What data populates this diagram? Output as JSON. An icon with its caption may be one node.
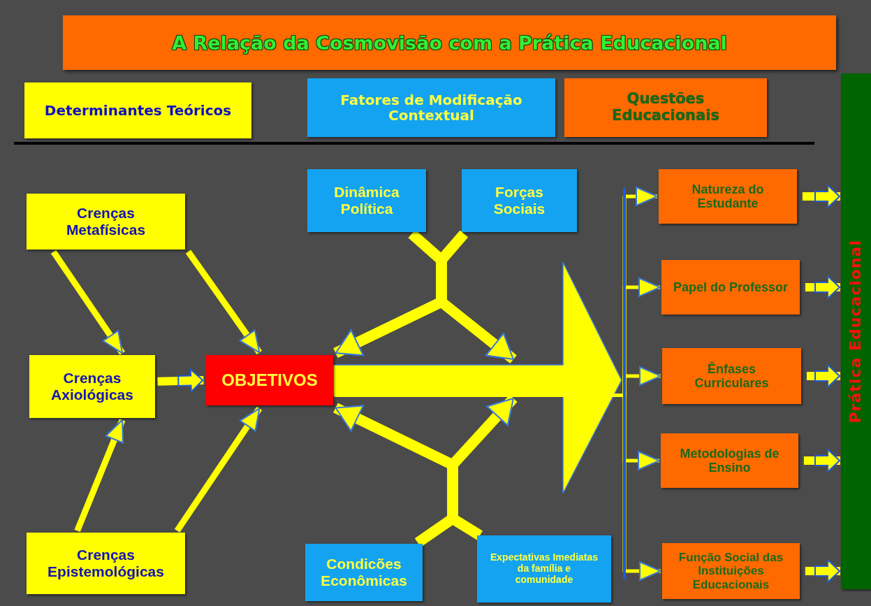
{
  "diagram": {
    "title": "A Relação da Cosmovisão com a Prática Educacional",
    "nodes": [
      {
        "text": [
          "Determinantes Teóricos"
        ]
      },
      {
        "text": [
          "Fatores de Modificação Contextual"
        ]
      },
      {
        "text": [
          "Questões Educacionais"
        ]
      },
      {
        "text": [
          "Prática Educacional"
        ]
      },
      {
        "text": [
          "Crenças Metafísicas"
        ]
      },
      {
        "text": [
          "Dinâmica Política"
        ]
      },
      {
        "text": [
          "Forças Sociais"
        ]
      },
      {
        "text": [
          "Natureza do Estudante"
        ]
      },
      {
        "text": [
          "Papel do Professor"
        ]
      },
      {
        "text": [
          "Crenças Axiológicas"
        ]
      },
      {
        "text": [
          "OBJETIVOS"
        ]
      },
      {
        "text": [
          "Ênfases Curriculares"
        ]
      },
      {
        "text": [
          "Metodologias de Ensino"
        ]
      },
      {
        "text": [
          "Crenças Epistemológicas"
        ]
      },
      {
        "text": [
          "Condicões Econômicas"
        ]
      },
      {
        "text": [
          "Expectativas Imediatas da família e comunidade"
        ]
      },
      {
        "text": [
          "Função Social das Instituições Educacionais"
        ]
      }
    ],
    "edges": [
      {
        "from": 4,
        "to": 9,
        "arrow": "to"
      },
      {
        "from": 4,
        "to": 10,
        "arrow": "to"
      },
      {
        "from": 13,
        "to": 9,
        "arrow": "to"
      },
      {
        "from": 13,
        "to": 10,
        "arrow": "to"
      },
      {
        "from": 9,
        "to": 10,
        "arrow": "to"
      },
      {
        "from": 5,
        "to": 10,
        "arrow": "to"
      },
      {
        "from": 6,
        "to": 10,
        "arrow": "to"
      },
      {
        "from": 5,
        "to": null,
        "arrow": "to"
      },
      {
        "from": 6,
        "to": null,
        "arrow": "to"
      },
      {
        "from": 14,
        "to": 10,
        "arrow": "to"
      },
      {
        "from": 15,
        "to": 10,
        "arrow": "to"
      },
      {
        "from": 14,
        "to": null,
        "arrow": "to"
      },
      {
        "from": 15,
        "to": null,
        "arrow": "to"
      },
      {
        "from": 10,
        "to": 7,
        "arrow": "to"
      },
      {
        "from": 10,
        "to": 8,
        "arrow": "to"
      },
      {
        "from": 10,
        "to": 11,
        "arrow": "to"
      },
      {
        "from": 10,
        "to": 12,
        "arrow": "to"
      },
      {
        "from": 10,
        "to": 16,
        "arrow": "to"
      },
      {
        "from": 7,
        "to": 3,
        "arrow": "to"
      },
      {
        "from": 8,
        "to": 3,
        "arrow": "to"
      },
      {
        "from": 11,
        "to": 3,
        "arrow": "to"
      },
      {
        "from": 12,
        "to": 3,
        "arrow": "to"
      },
      {
        "from": 16,
        "to": 3,
        "arrow": "to"
      }
    ]
  }
}
